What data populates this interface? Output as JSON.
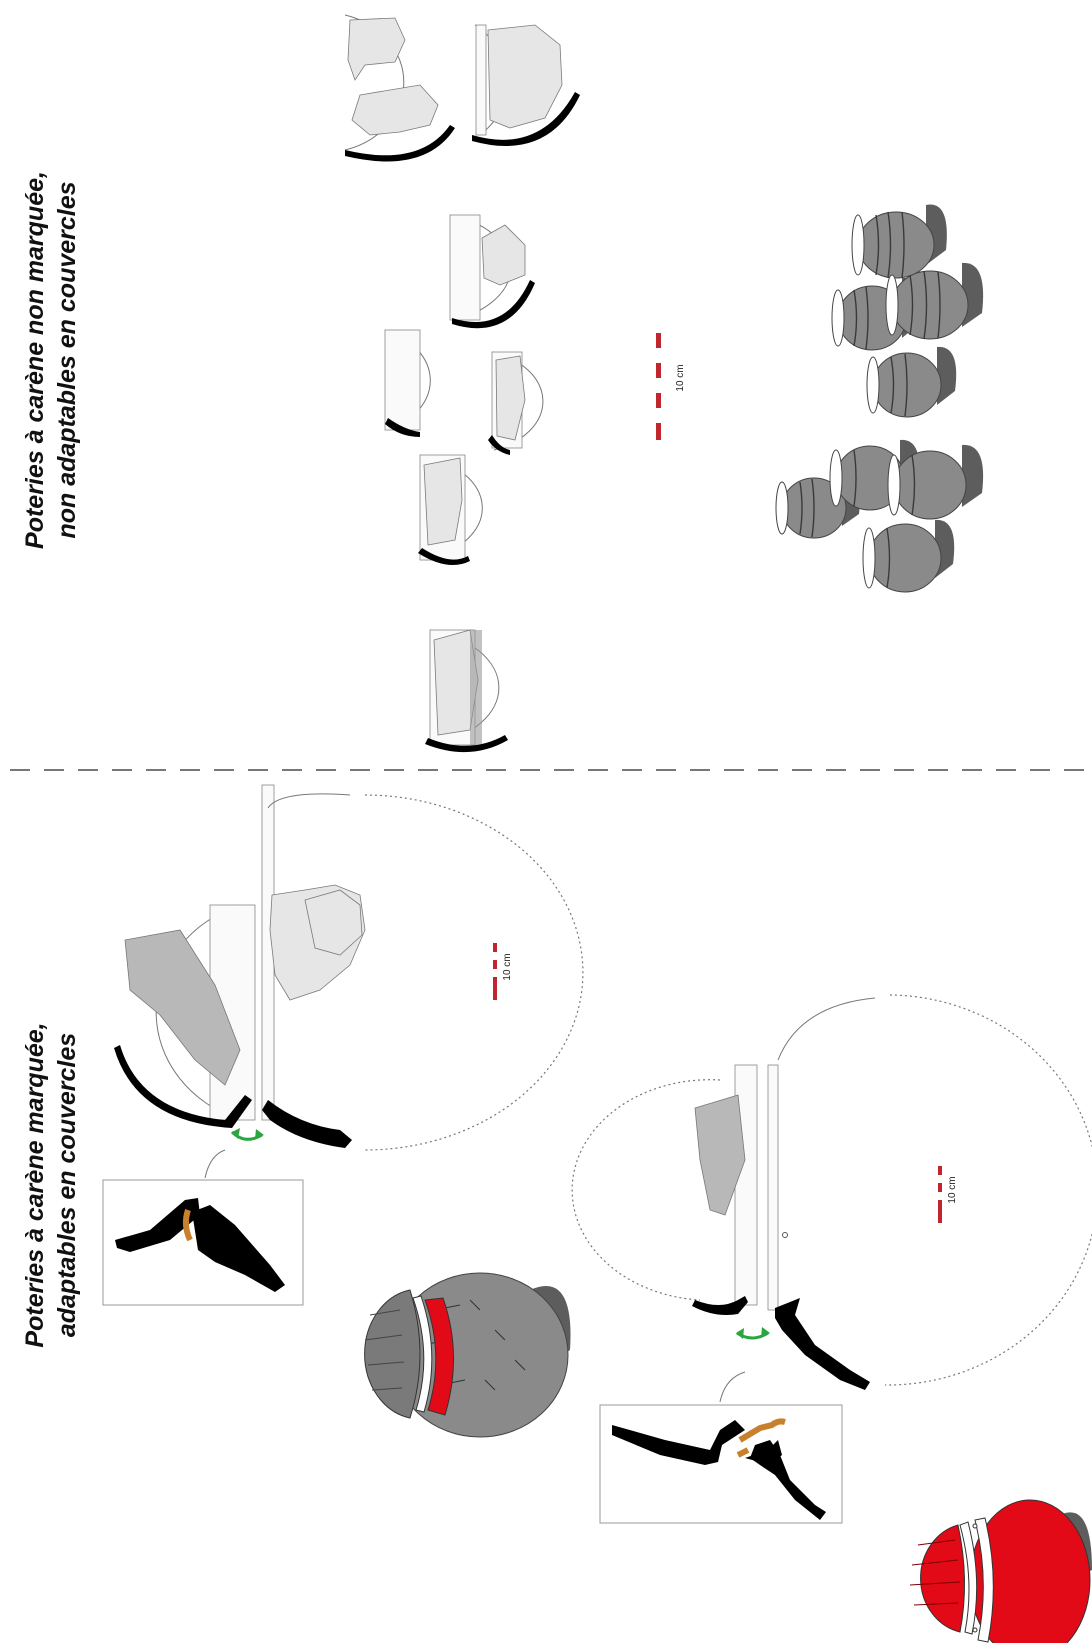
{
  "headings": {
    "not_adaptable_line1": "Poteries à carène non marquée,",
    "not_adaptable_line2": "non adaptables en couvercles",
    "adaptable_line1": "Poteries à carène marquée,",
    "adaptable_line2": "adaptables en couvercles"
  },
  "scale_bars": {
    "top": "10 cm",
    "bottom_first": "10 cm",
    "bottom_second": "10 cm"
  },
  "colors": {
    "profile_black": "#000000",
    "scale_red": "#c0262e",
    "lid_joint_orange": "#c9802c",
    "rotation_arrow_green": "#2aa640",
    "lid_fit_red": "#e20a17",
    "pot_grey": "#8a8a8a"
  },
  "icons": [
    "rotation-arrow-icon"
  ]
}
